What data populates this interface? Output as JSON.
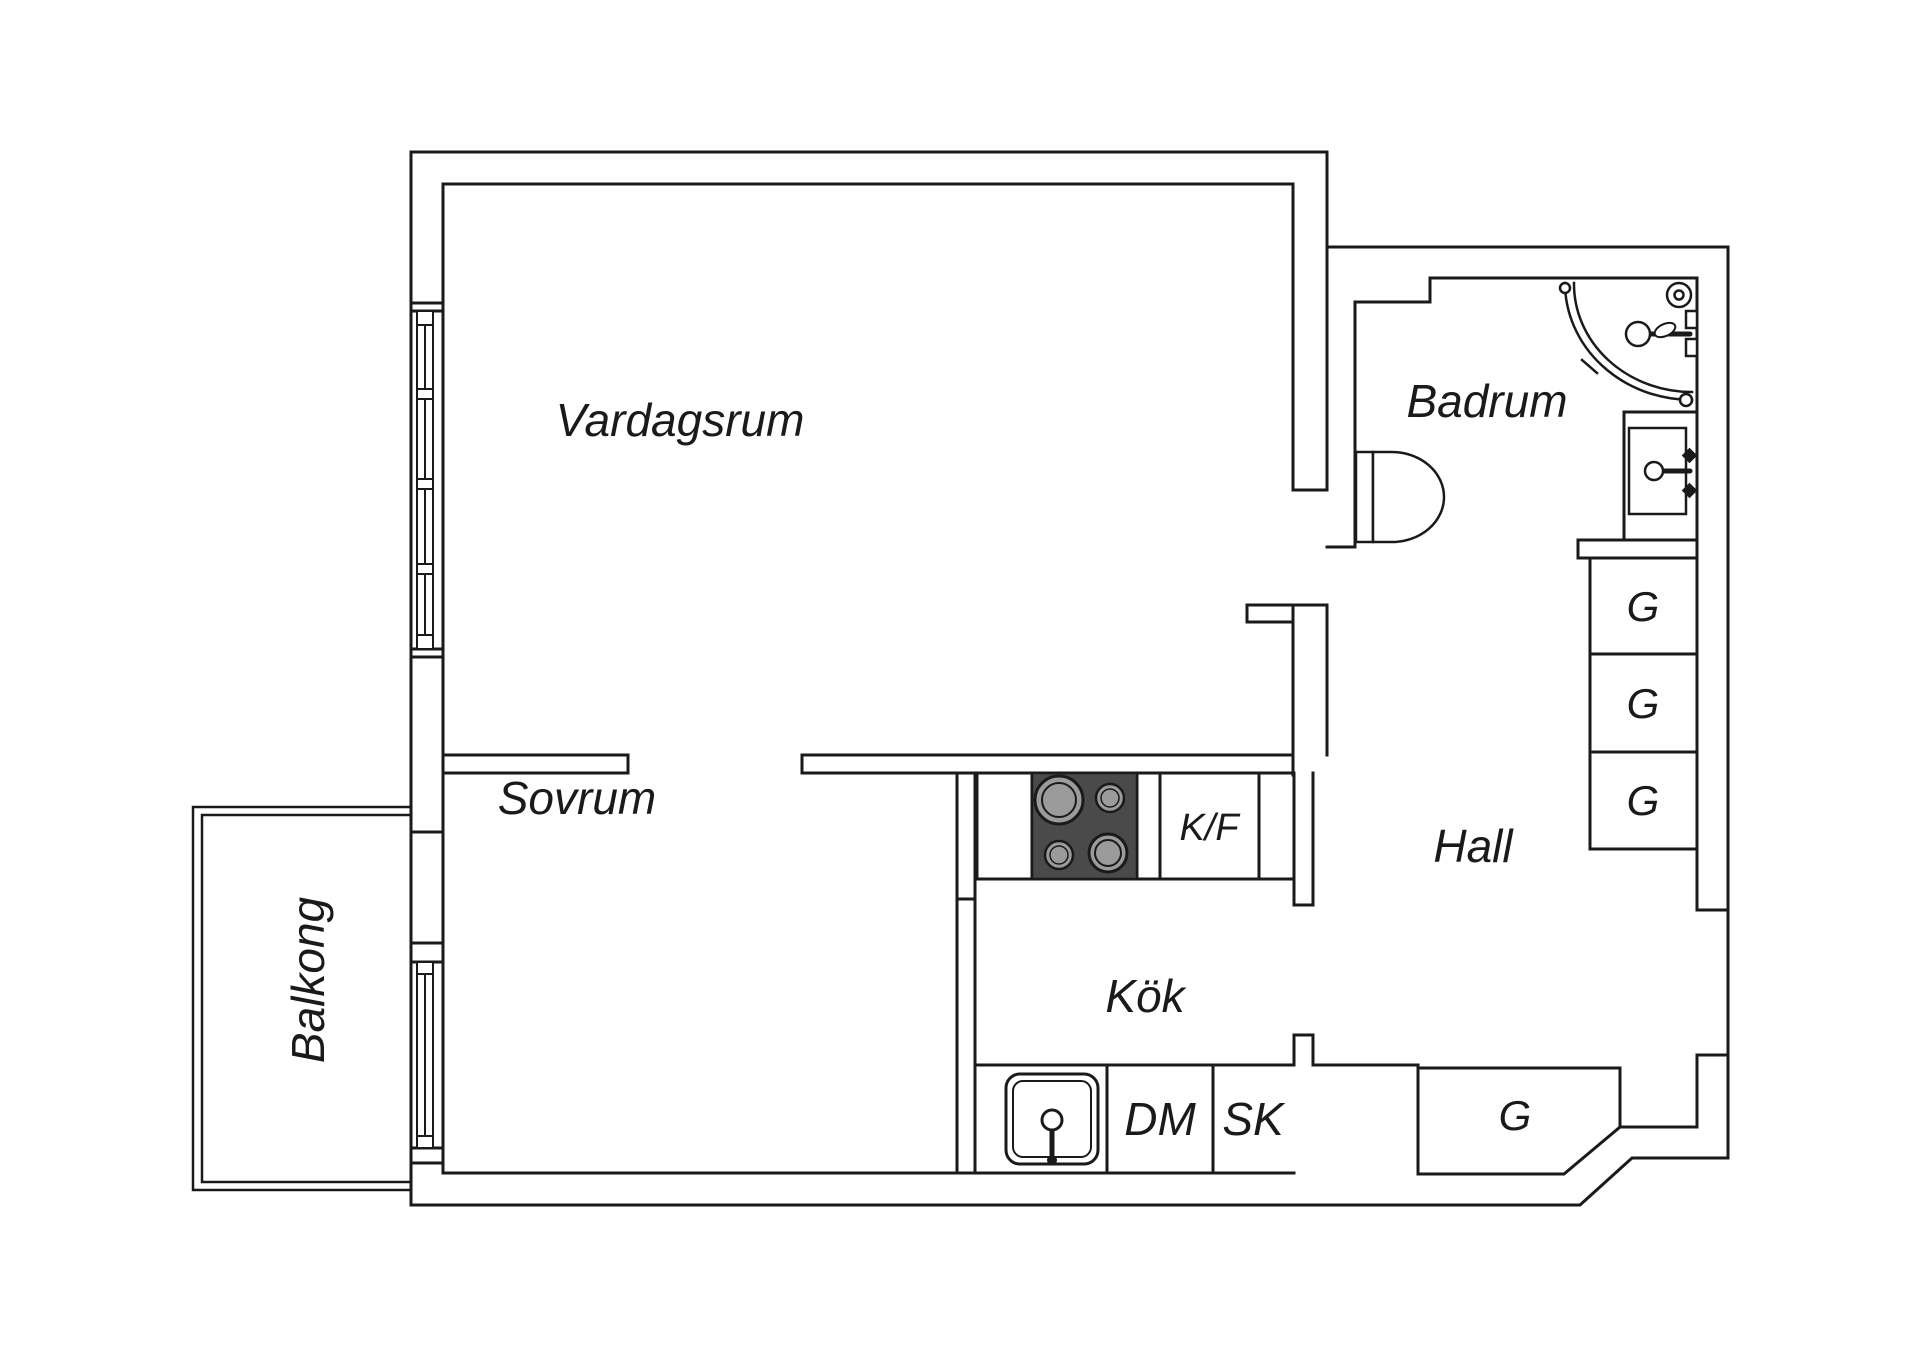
{
  "plan": {
    "rooms": {
      "vardagsrum": "Vardagsrum",
      "sovrum": "Sovrum",
      "kok": "Kök",
      "hall": "Hall",
      "badrum": "Badrum",
      "balkong": "Balkong"
    },
    "fixtures": {
      "closet1": "G",
      "closet2": "G",
      "closet3": "G",
      "hall_wardrobe": "G",
      "dishwasher": "DM",
      "tall_cabinet": "SK",
      "fridge_freezer": "K/F"
    },
    "colors": {
      "line": "#1a1a1a",
      "stove_fill": "#4a4a4a",
      "burner_fill": "#9b9b9b",
      "background": "#ffffff"
    }
  }
}
